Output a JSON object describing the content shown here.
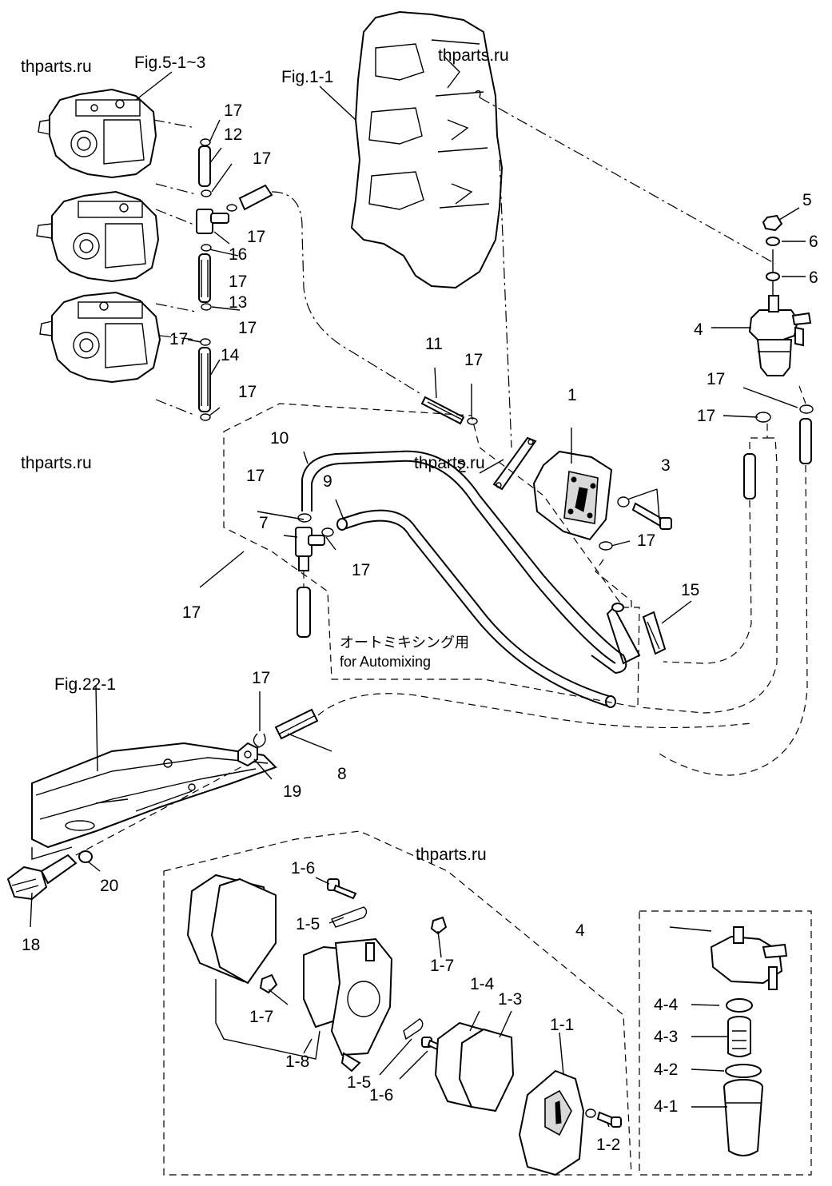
{
  "watermarks": [
    "thparts.ru",
    "thparts.ru",
    "thparts.ru",
    "thparts.ru",
    "thparts.ru"
  ],
  "figure_refs": {
    "carburetors": "Fig.5-1~3",
    "engine_block": "Fig.1-1",
    "bottom_cowling": "Fig.22-1"
  },
  "automixing_note": {
    "japanese": "オートミキシング用",
    "english": "for Automixing"
  },
  "labels": {
    "p17_a": "17",
    "p12": "12",
    "p17_b": "17",
    "p17_c": "17",
    "p16": "16",
    "p17_d": "17",
    "p13": "13",
    "p17_e": "17",
    "p17_f": "17",
    "p14": "14",
    "p17_g": "17",
    "p11": "11",
    "p17_h": "17",
    "p1": "1",
    "p5": "5",
    "p6_a": "6",
    "p6_b": "6",
    "p4": "4",
    "p17_i": "17",
    "p17_j": "17",
    "p10": "10",
    "p17_k": "17",
    "p9": "9",
    "p2": "2",
    "p3": "3",
    "p7": "7",
    "p17_l": "17",
    "p17_m": "17",
    "p17_n": "17",
    "p15": "15",
    "p17_o": "17",
    "p8": "8",
    "p19": "19",
    "p18": "18",
    "p20": "20",
    "p1_6a": "1-6",
    "p1_5a": "1-5",
    "p1_7a": "1-7",
    "p1_7b": "1-7",
    "p1_4": "1-4",
    "p1_3": "1-3",
    "p1_1": "1-1",
    "p1_8": "1-8",
    "p1_5b": "1-5",
    "p1_6b": "1-6",
    "p1_2": "1-2",
    "p4_box": "4",
    "p4_4": "4-4",
    "p4_3": "4-3",
    "p4_2": "4-2",
    "p4_1": "4-1"
  }
}
